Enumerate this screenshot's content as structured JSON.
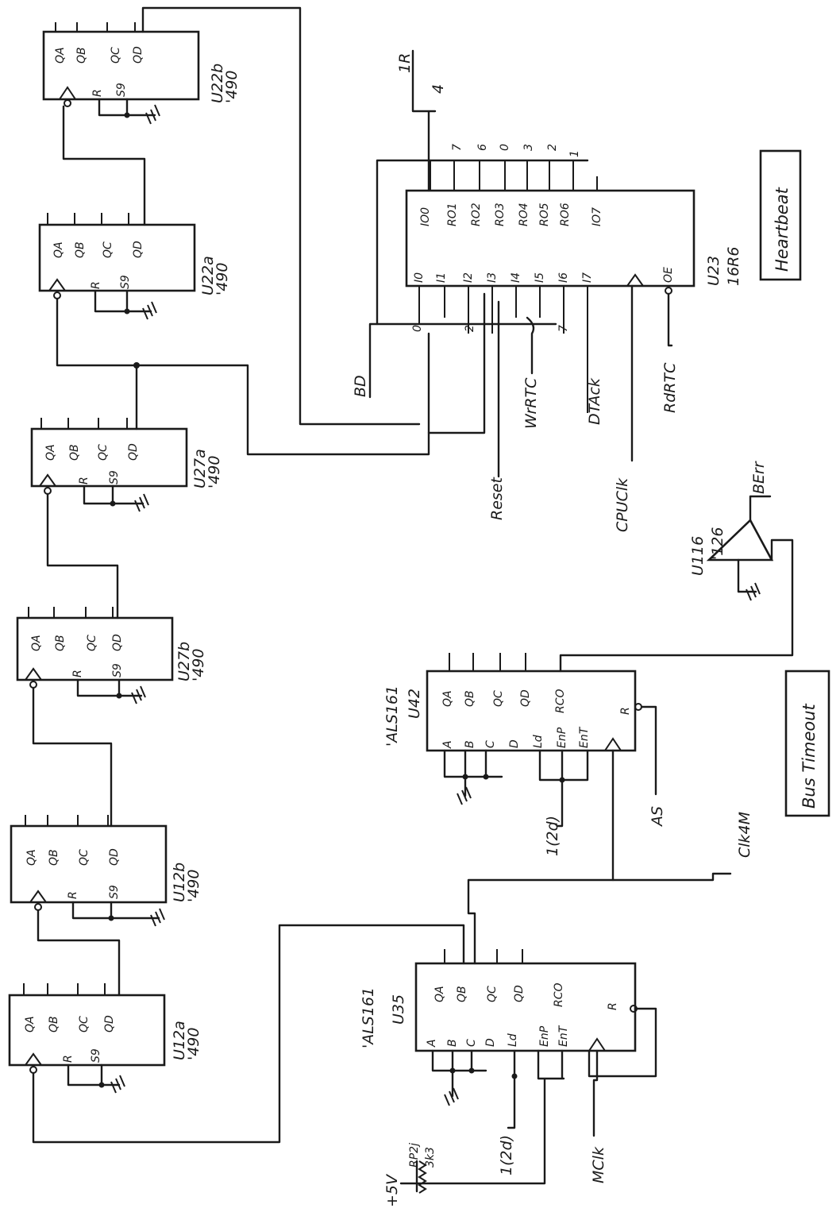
{
  "diagram": {
    "chips_490": [
      {
        "name": "U22b",
        "part": "'490"
      },
      {
        "name": "U22a",
        "part": "'490"
      },
      {
        "name": "U27a",
        "part": "'490"
      },
      {
        "name": "U27b",
        "part": "'490"
      },
      {
        "name": "U12b",
        "part": "'490"
      },
      {
        "name": "U12a",
        "part": "'490"
      }
    ],
    "pins_490": {
      "qa": "QA",
      "qb": "QB",
      "qc": "QC",
      "qd": "QD",
      "r": "R",
      "s9": "S9"
    },
    "u23": {
      "name": "U23",
      "part": "16R6",
      "top_pins": [
        "IO0",
        "RO1",
        "RO2",
        "RO3",
        "RO4",
        "RO5",
        "RO6",
        "IO7"
      ],
      "bottom_pins": [
        "I0",
        "I1",
        "I2",
        "I3",
        "I4",
        "I5",
        "I6",
        "I7"
      ],
      "oe_pin": "OE",
      "top_numbers": [
        "7",
        "6",
        "0",
        "3",
        "2",
        "1"
      ],
      "bottom_numbers": [
        "0",
        "2",
        "7"
      ],
      "pullup_labels": [
        "1R",
        "4"
      ]
    },
    "u42": {
      "name": "U42",
      "part": "'ALS161",
      "inputs": [
        "A",
        "B",
        "C",
        "D",
        "Ld",
        "EnP",
        "EnT"
      ],
      "outputs": [
        "QA",
        "QB",
        "QC",
        "QD",
        "RCO"
      ],
      "reset": "R"
    },
    "u35": {
      "name": "U35",
      "part": "'ALS161",
      "inputs": [
        "A",
        "B",
        "C",
        "D",
        "Ld",
        "EnP",
        "EnT"
      ],
      "outputs": [
        "QA",
        "QB",
        "QC",
        "QD",
        "RCO"
      ],
      "reset": "R"
    },
    "u116": {
      "name": "U116",
      "part": "'126",
      "output": "BErr"
    },
    "signals": {
      "bd": "BD",
      "reset": "Reset",
      "wrrtc": "WrRTC",
      "dtack": "DTAck",
      "rdrtc": "RdRTC",
      "cpuclk": "CPUClk",
      "as": "AS",
      "clk4m": "Clk4M",
      "mclk": "MClk",
      "pull_u42": "1(2d)",
      "pull_u35": "1(2d)",
      "v5": "+5V",
      "rp": "RP2j",
      "rp_value": "3k3"
    },
    "sections": {
      "heartbeat": "Heartbeat",
      "bus_timeout": "Bus Timeout"
    }
  }
}
